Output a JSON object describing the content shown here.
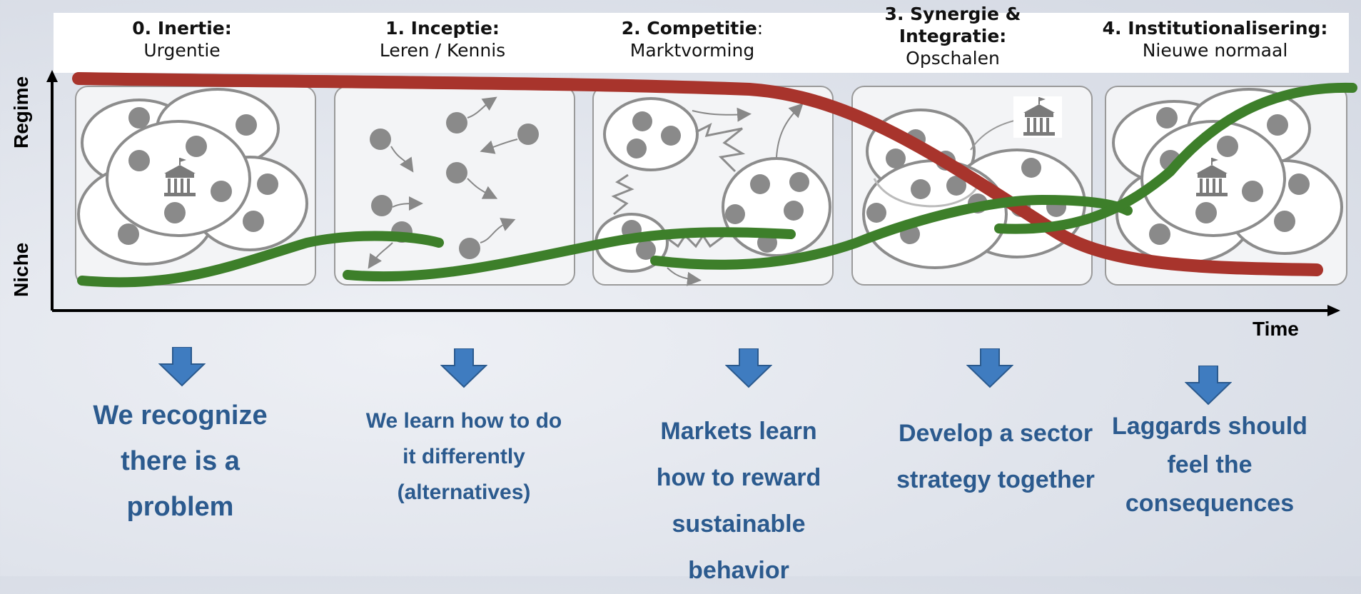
{
  "phases": [
    {
      "number": "0. Inertie:",
      "subtitle": "Urgentie",
      "caption": "We recognize there is a problem"
    },
    {
      "number": "1. Inceptie:",
      "subtitle": "Leren / Kennis",
      "caption": "We learn how to do it differently (alternatives)"
    },
    {
      "number": "2. Competitie",
      "number_suffix": ":",
      "subtitle": "Marktvorming",
      "caption": "Markets learn how to reward sustainable behavior"
    },
    {
      "number": "3. Synergie &",
      "number_line2": "Integratie:",
      "subtitle": "Opschalen",
      "caption": "Develop a sector strategy together"
    },
    {
      "number": "4. Institutionalisering:",
      "subtitle": "Nieuwe normaal",
      "caption": "Laggards should feel the consequences"
    }
  ],
  "axes": {
    "y_top_label": "Regime",
    "y_bottom_label": "Niche",
    "x_label": "Time"
  },
  "colors": {
    "regime_line": "#a8342c",
    "niche_line": "#3d7f2a",
    "caption_text": "#2b5a8e",
    "arrow_fill": "#3f7cc0",
    "circle_stroke": "#8c8c8c",
    "dot_fill": "#8a8a8a"
  },
  "icons": [
    "institution-icon",
    "down-arrow-icon"
  ]
}
